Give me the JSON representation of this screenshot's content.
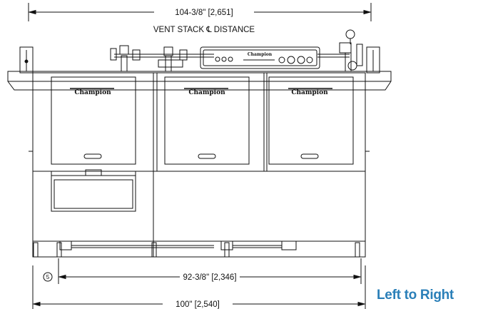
{
  "dimensions": {
    "vent_stack_distance": "104-3/8\" [2,651]",
    "vent_stack_caption": "VENT STACK ℄ DISTANCE",
    "leg_span": "92-3/8\" [2,346]",
    "overall_length": "100\" [2,540]",
    "callout_number": "5"
  },
  "machine": {
    "panel_brand": "Champion"
  },
  "orientation_label": "Left to Right",
  "colors": {
    "linework": "#111111",
    "orientation_text": "#2a7fb8"
  }
}
